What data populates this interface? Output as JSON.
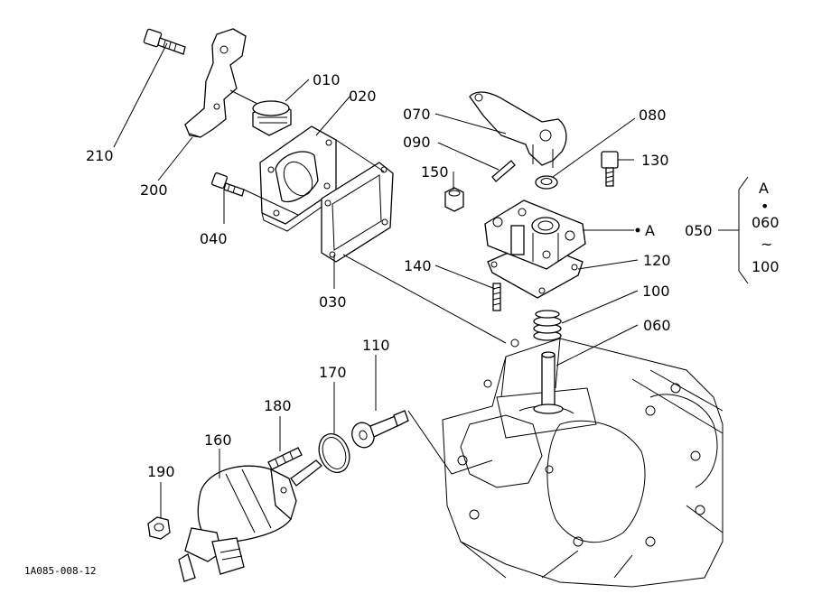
{
  "figure_code": "1A085-008-12",
  "callouts": [
    {
      "id": "010",
      "text": "010"
    },
    {
      "id": "020",
      "text": "020"
    },
    {
      "id": "030",
      "text": "030"
    },
    {
      "id": "040",
      "text": "040"
    },
    {
      "id": "060",
      "text": "060"
    },
    {
      "id": "070",
      "text": "070"
    },
    {
      "id": "080",
      "text": "080"
    },
    {
      "id": "090",
      "text": "090"
    },
    {
      "id": "100",
      "text": "100"
    },
    {
      "id": "110",
      "text": "110"
    },
    {
      "id": "120",
      "text": "120"
    },
    {
      "id": "130",
      "text": "130"
    },
    {
      "id": "140",
      "text": "140"
    },
    {
      "id": "150",
      "text": "150"
    },
    {
      "id": "160",
      "text": "160"
    },
    {
      "id": "170",
      "text": "170"
    },
    {
      "id": "180",
      "text": "180"
    },
    {
      "id": "190",
      "text": "190"
    },
    {
      "id": "200",
      "text": "200"
    },
    {
      "id": "210",
      "text": "210"
    }
  ],
  "reference_marker": "A",
  "assembly_group": {
    "number": "050",
    "ref": "A",
    "bullet": "•",
    "range_start": "060",
    "range_sep": "~",
    "range_end": "100"
  }
}
